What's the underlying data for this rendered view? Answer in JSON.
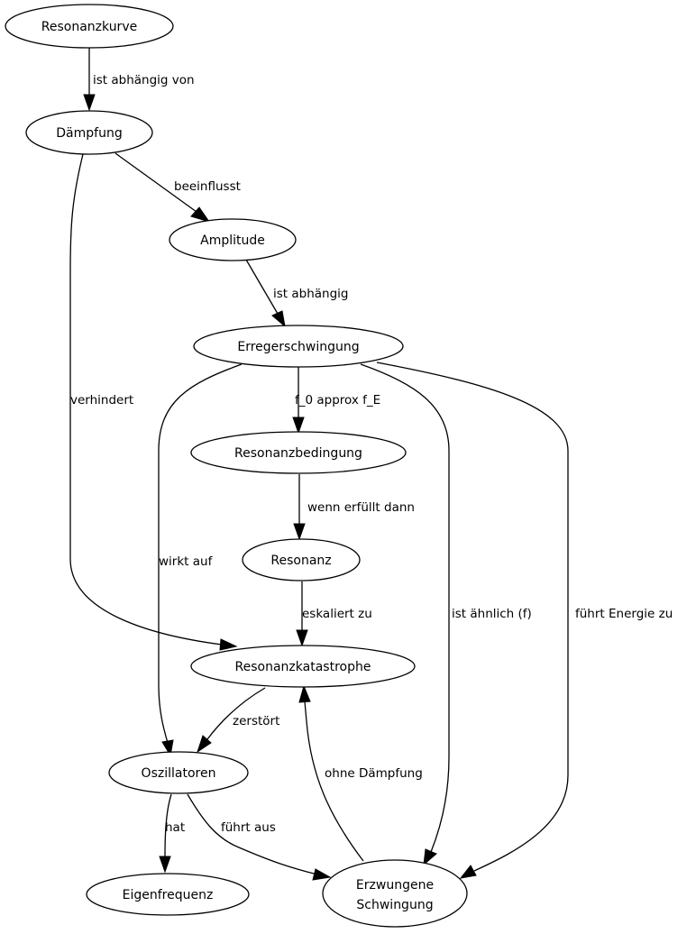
{
  "diagram": {
    "type": "directed-graph",
    "colors": {
      "stroke": "#000000",
      "background": "#ffffff",
      "text": "#000000"
    },
    "nodes": [
      {
        "id": "resonanzkurve",
        "label": "Resonanzkurve"
      },
      {
        "id": "daempfung",
        "label": "Dämpfung"
      },
      {
        "id": "amplitude",
        "label": "Amplitude"
      },
      {
        "id": "erregerschwingung",
        "label": "Erregerschwingung"
      },
      {
        "id": "resonanzbedingung",
        "label": "Resonanzbedingung"
      },
      {
        "id": "resonanz",
        "label": "Resonanz"
      },
      {
        "id": "resonanzkatastrophe",
        "label": "Resonanzkatastrophe"
      },
      {
        "id": "oszillatoren",
        "label": "Oszillatoren"
      },
      {
        "id": "eigenfrequenz",
        "label": "Eigenfrequenz"
      },
      {
        "id": "erzwungene",
        "label_lines": [
          "Erzwungene",
          "Schwingung"
        ]
      }
    ],
    "edges": [
      {
        "from": "resonanzkurve",
        "to": "daempfung",
        "label": "ist abhängig von"
      },
      {
        "from": "daempfung",
        "to": "amplitude",
        "label": "beeinflusst"
      },
      {
        "from": "daempfung",
        "to": "resonanzkatastrophe",
        "label": "verhindert"
      },
      {
        "from": "amplitude",
        "to": "erregerschwingung",
        "label": "ist abhängig"
      },
      {
        "from": "erregerschwingung",
        "to": "resonanzbedingung",
        "label": "f_0 approx f_E"
      },
      {
        "from": "erregerschwingung",
        "to": "oszillatoren",
        "label": "wirkt auf"
      },
      {
        "from": "erregerschwingung",
        "to": "erzwungene",
        "label": "ist ähnlich (f)"
      },
      {
        "from": "erregerschwingung",
        "to": "erzwungene",
        "label": "führt Energie zu"
      },
      {
        "from": "resonanzbedingung",
        "to": "resonanz",
        "label": "wenn erfüllt dann"
      },
      {
        "from": "resonanz",
        "to": "resonanzkatastrophe",
        "label": "eskaliert zu"
      },
      {
        "from": "resonanzkatastrophe",
        "to": "oszillatoren",
        "label": "zerstört"
      },
      {
        "from": "erzwungene",
        "to": "resonanzkatastrophe",
        "label": "ohne Dämpfung"
      },
      {
        "from": "oszillatoren",
        "to": "eigenfrequenz",
        "label": "hat"
      },
      {
        "from": "oszillatoren",
        "to": "erzwungene",
        "label": "führt aus"
      }
    ]
  }
}
